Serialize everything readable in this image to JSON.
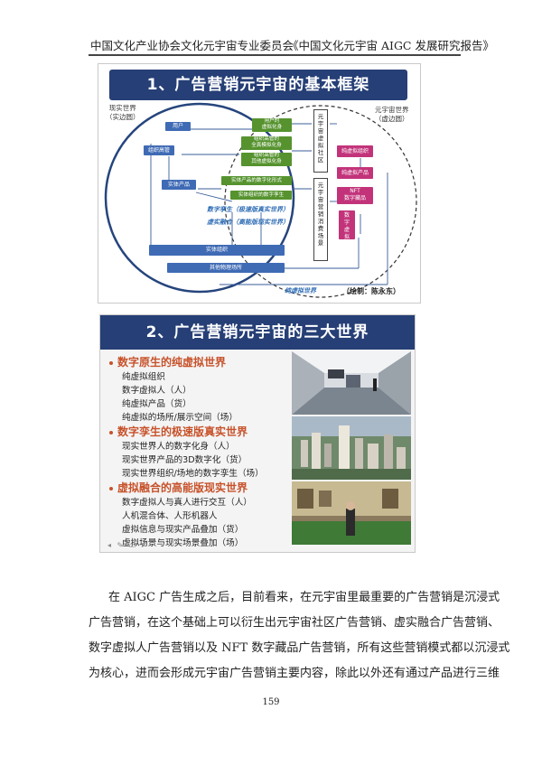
{
  "header": {
    "left": "中国文化产业协会文化元宇宙专业委员会",
    "right": "《中国文化元宇宙 AIGC 发展研究报告》"
  },
  "figure1": {
    "title": "1、广告营销元宇宙的基本框架",
    "real_world": "现实世界\n（实边圆）",
    "meta_world": "元宇宙世界\n（虚边圆）",
    "user": "用户",
    "org_exec": "组织高管",
    "physical_product": "实体产品",
    "user_avatar": "用户的\n虚拟化身",
    "exec_full_model": "组织高管的\n全真模拟化身",
    "exec_other_twin": "组织高管的\n其他虚拟化身",
    "product_digital": "实体产品的数字化形式",
    "org_twin": "实体组织的数字孪生",
    "community_vertical": "元宇宙虚拟社区",
    "scene_vertical": "元宇宙营销消费场景",
    "pure_virtual_org": "纯虚拟组织",
    "pure_virtual_product": "纯虚拟产品",
    "nft": "NFT\n数字藏品",
    "digital_human": "数字虚拟人",
    "digital_twin_label": "数字孪生（极速版真实世界）",
    "mr_label": "虚实融合（高能版现实世界）",
    "physical_org": "实体组织",
    "other_venues": "其他物理场所",
    "pure_virtual_world": "纯虚拟世界",
    "credit": "（绘制：陈永东）"
  },
  "figure2": {
    "title": "2、广告营销元宇宙的三大世界",
    "sections": [
      {
        "heading": "数字原生的纯虚拟世界",
        "items": [
          "纯虚拟组织",
          "数字虚拟人（人）",
          "纯虚拟产品（货）",
          "纯虚拟的场所/展示空间（场）"
        ]
      },
      {
        "heading": "数字孪生的极速版真实世界",
        "items": [
          "现实世界人的数字化身（人）",
          "现实世界产品的3D数字化（货）",
          "现实世界组织/场地的数字孪生（场）"
        ]
      },
      {
        "heading": "虚拟融合的高能版现实世界",
        "items": [
          "数字虚拟人与真人进行交互（人）",
          "人机混合体、人形机器人",
          "虚拟信息与现实产品叠加（货）",
          "虚拟场景与现实场景叠加（场）"
        ]
      }
    ],
    "nav": "◂ ✎ ▭ ▸"
  },
  "body": {
    "lines": [
      "在 AIGC 广告生成之后，目前看来，在元宇宙里最重要的广告营销是沉浸式",
      "广告营销，在这个基础上可以衍生出元宇宙社区广告营销、虚实融合广告营销、",
      "数字虚拟人广告营销以及 NFT 数字藏品广告营销，所有这些营销模式都以沉浸式",
      "为核心，进而会形成元宇宙广告营销主要内容，除此以外还有通过产品进行三维"
    ]
  },
  "page_number": "159",
  "colors": {
    "title_bar": "#263f76",
    "green_box": "#56932f",
    "blue_box": "#3f6bb5",
    "pink_box": "#c2337a",
    "section_heading": "#c7522a"
  }
}
